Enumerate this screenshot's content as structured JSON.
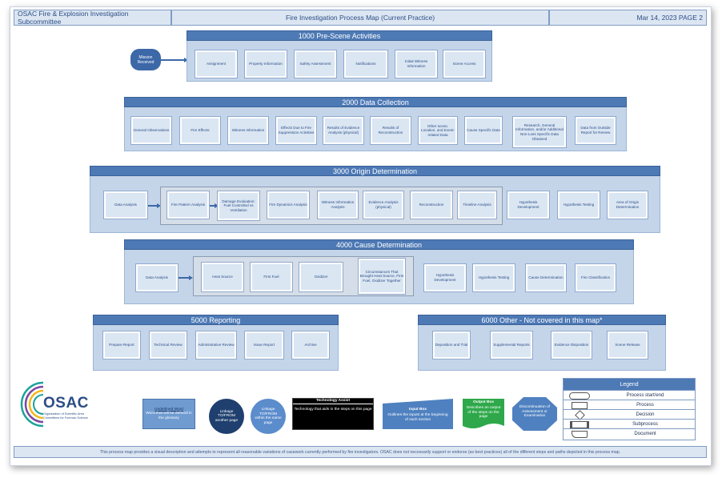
{
  "header": {
    "org": "OSAC Fire & Explosion Investigation Subcommittee",
    "title": "Fire Investigation Process Map (Current Practice)",
    "date_page": "Mar 14, 2023  PAGE 2"
  },
  "start": "Mission Received",
  "s1000": {
    "title": "1000 Pre-Scene Activities",
    "items": [
      "Assignment",
      "Property Information",
      "Safety Assessment",
      "Notifications",
      "Initial Witness Information",
      "Scene Access"
    ]
  },
  "s2000": {
    "title": "2000 Data Collection",
    "items": [
      "General Observations",
      "Fire Effects",
      "Witness Information",
      "Effects Due to Fire Suppression Activities",
      "Results of Evidence Analysis (physical)",
      "Results of Reconstruction",
      "Other scene, Location, and Event-related Data",
      "Cause Specific Data",
      "Research, General Information, and/or Additional Non-Loss Specific Data Obtained",
      "Data from Outside Report for Review"
    ]
  },
  "s3000": {
    "title": "3000 Origin Determination",
    "first": "Data Analysis",
    "group": [
      "Fire Pattern Analysis",
      "Damage Evaluation: Fuel Controlled vs Ventilation",
      "Fire Dynamics Analysis",
      "Witness Information Analysis",
      "Evidence Analysis (physical)",
      "Reconstruction",
      "Timeline Analysis"
    ],
    "after": [
      "Hypothesis Development",
      "Hypothesis Testing",
      "Area of Origin Determination"
    ]
  },
  "s4000": {
    "title": "4000 Cause Determination",
    "first": "Data Analysis",
    "group": [
      "Heat Source",
      "First Fuel",
      "Oxidizer",
      "Circumstances That Brought Heat Source, First Fuel, Oxidizer Together"
    ],
    "after": [
      "Hypothesis Development",
      "Hypothesis Testing",
      "Cause Determination",
      "Fire Classification"
    ]
  },
  "s5000": {
    "title": "5000 Reporting",
    "items": [
      "Prepare Report",
      "Technical Review",
      "Administrative Review",
      "Issue Report",
      "Archive"
    ]
  },
  "s6000": {
    "title": "6000  Other - Not covered in this map*",
    "items": [
      "Deposition and Trial",
      "Supplemental Reports",
      "Evidence Disposition",
      "Scene Release"
    ]
  },
  "logo": {
    "name": "OSAC",
    "sub": "Organization of Scientific Area Committees for Forensic Science"
  },
  "key": {
    "underlined_title": "Underlined Word",
    "underlined_desc": "Word that will be defined in the glossary",
    "linkage_other": "Linkage TO/FROM another page",
    "linkage_same": "Linkage TO/FROM within the same page",
    "tech_title": "Technology Assist",
    "tech_desc": "Technology that aids in the steps on this page",
    "input_title": "Input Box",
    "input_desc": "Outlines the inputs at the beginning of each section",
    "output_title": "Output Box",
    "output_desc": "Describes an output of the steps on the page",
    "discontinue": "Discontinuation of Assessment or Examination"
  },
  "legend": {
    "title": "Legend",
    "items": [
      "Process start/end",
      "Process",
      "Decision",
      "Subprocess",
      "Document"
    ]
  },
  "footer": "This process map provides a visual description and attempts to represent all reasonable variations of casework currently performed by fire investigators. OSAC does not necessarily support or endorse (as best practices) all of the different steps and paths depicted in this process map.",
  "colors": {
    "band": "#4d79b5",
    "panel": "#c4d5ea",
    "box": "#dbe6f3",
    "tech": "#000000",
    "output": "#2ea84a",
    "logo_ring_teal": "#1aa39a",
    "logo_ring_purple": "#7b4aa0",
    "logo_ring_yellow": "#f2b81c"
  }
}
